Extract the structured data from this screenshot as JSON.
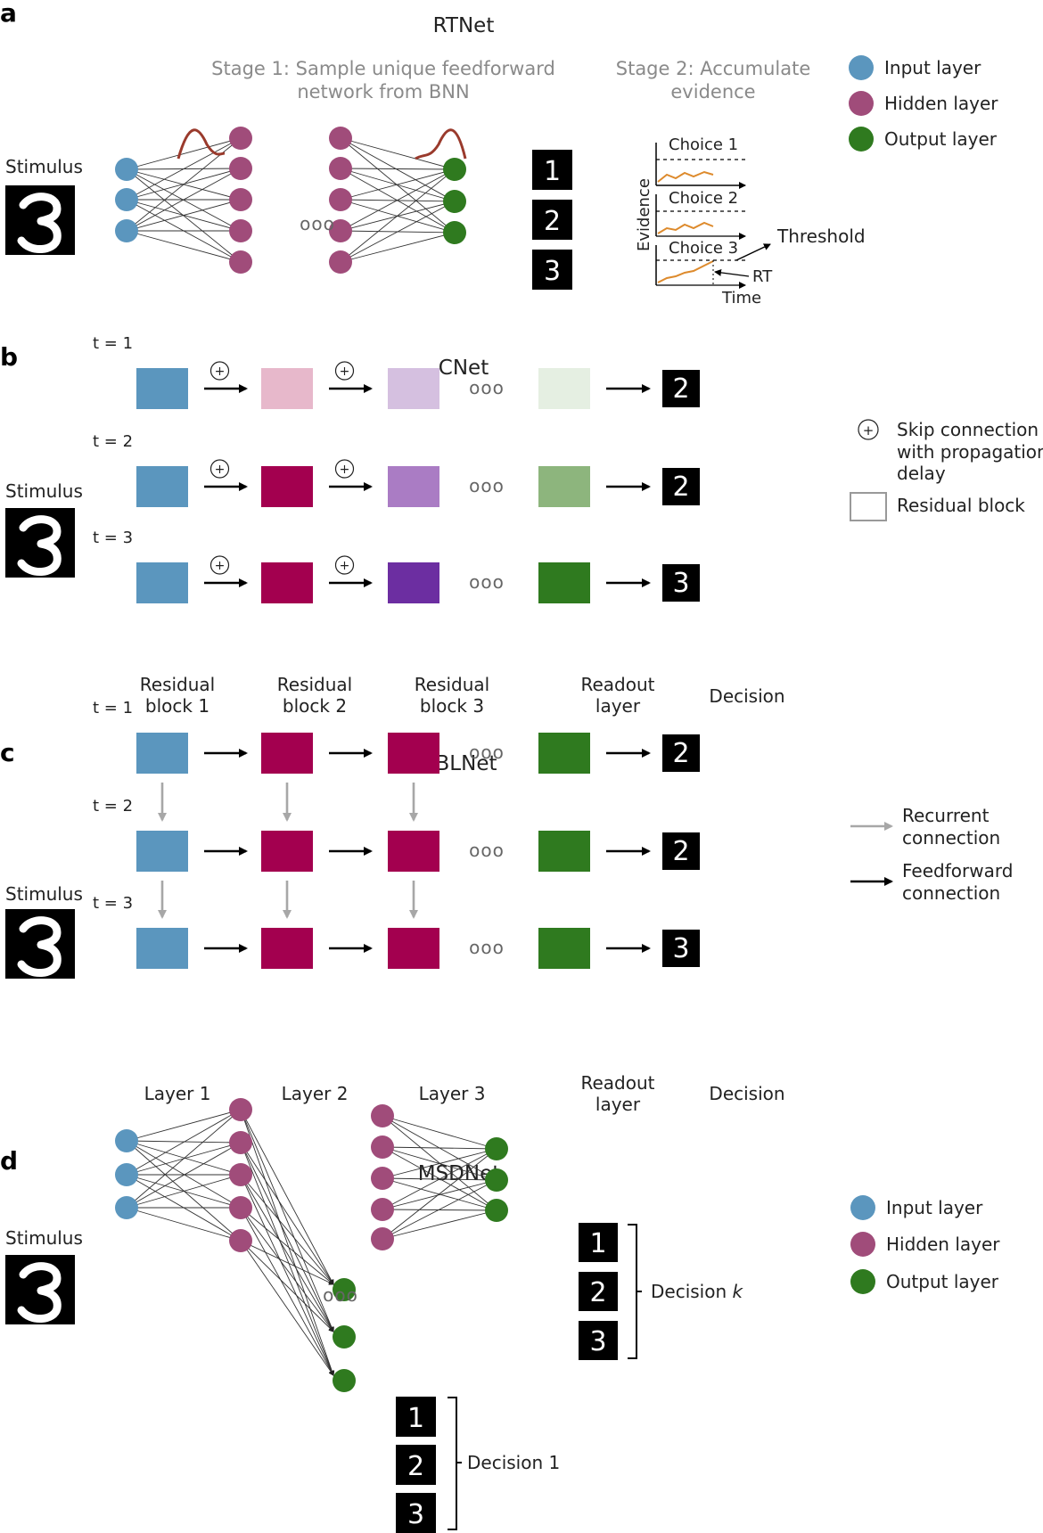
{
  "colors": {
    "input": "#5b96be",
    "hidden": "#a04c7a",
    "output": "#2f7a1f",
    "magenta": "#a3004f",
    "cnet_t1": [
      "#5b96be",
      "#e7b8cb",
      "#d5c0e0",
      "#e5efe2"
    ],
    "cnet_t2": [
      "#5b96be",
      "#a3004f",
      "#aa7cc4",
      "#8db57d"
    ],
    "cnet_t3": [
      "#5b96be",
      "#a3004f",
      "#6c2ea1",
      "#2f7a1f"
    ],
    "blnet": [
      "#5b96be",
      "#a3004f",
      "#a3004f",
      "#2f7a1f"
    ],
    "evidence_line": "#dd8a2c",
    "bell_curve": "#9a3a2c"
  },
  "panel_a": {
    "letter": "a",
    "title": "RTNet",
    "stimulus": "Stimulus",
    "stage1": [
      "Stage 1: Sample unique feedforward",
      "network from BNN"
    ],
    "stage2": [
      "Stage 2: Accumulate",
      "evidence"
    ],
    "ellipsis": "ooo",
    "outputs": [
      "1",
      "2",
      "3"
    ],
    "choices": [
      "Choice 1",
      "Choice 2",
      "Choice 3"
    ],
    "evidence_axis": "Evidence",
    "time_axis": "Time",
    "threshold": "Threshold",
    "rt": "RT",
    "legend": [
      "Input layer",
      "Hidden layer",
      "Output layer"
    ]
  },
  "panel_b": {
    "letter": "b",
    "title": "CNet",
    "stimulus": "Stimulus",
    "t_labels": [
      "t = 1",
      "t = 2",
      "t = 3"
    ],
    "plus": "+",
    "ellipsis": "ooo",
    "decisions": [
      "2",
      "2",
      "3"
    ],
    "column_labels": [
      [
        "Residual",
        "block 1"
      ],
      [
        "Residual",
        "block 2"
      ],
      [
        "Residual",
        "block 3"
      ],
      [
        "Readout",
        "layer"
      ]
    ],
    "decision_label": "Decision",
    "legend_skip": [
      "Skip connection",
      "with propagation",
      "delay"
    ],
    "legend_block": "Residual block"
  },
  "panel_c": {
    "letter": "c",
    "title": "BLNet",
    "stimulus": "Stimulus",
    "t_labels": [
      "t = 1",
      "t = 2",
      "t = 3"
    ],
    "ellipsis": "ooo",
    "decisions": [
      "2",
      "2",
      "3"
    ],
    "column_labels": [
      [
        "Layer 1"
      ],
      [
        "Layer 2"
      ],
      [
        "Layer 3"
      ],
      [
        "Readout",
        "layer"
      ]
    ],
    "decision_label": "Decision",
    "legend_recurrent": [
      "Recurrent",
      "connection"
    ],
    "legend_feedforward": [
      "Feedforward",
      "connection"
    ]
  },
  "panel_d": {
    "letter": "d",
    "title": "MSDNet",
    "stimulus": "Stimulus",
    "ellipsis": "ooo",
    "outputs_k": [
      "1",
      "2",
      "3"
    ],
    "outputs_1": [
      "1",
      "2",
      "3"
    ],
    "decision_k": "Decision",
    "decision_k_var": "k",
    "decision_1": "Decision 1",
    "legend": [
      "Input layer",
      "Hidden layer",
      "Output layer"
    ]
  }
}
